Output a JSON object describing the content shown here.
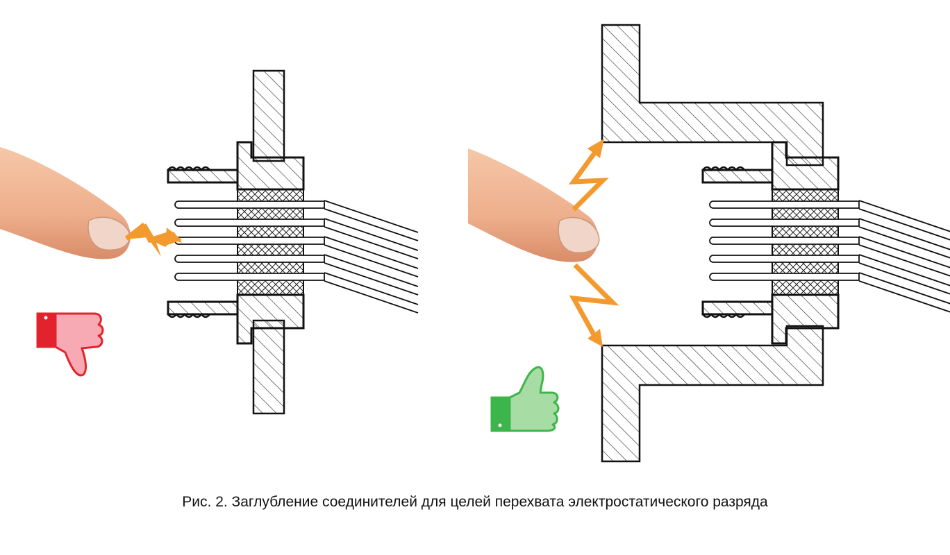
{
  "caption": "Рис. 2. Заглубление соединителей для целей перехвата электростатического разряда",
  "panels": [
    {
      "id": "left",
      "verdict": "bad",
      "icon": "thumbs-down-icon",
      "description_colors": {
        "fill": "#f7a9b4",
        "stroke": "#e2232e"
      }
    },
    {
      "id": "right",
      "verdict": "good",
      "icon": "thumbs-up-icon",
      "description_colors": {
        "fill": "#a8dca5",
        "stroke": "#3cb54a"
      }
    }
  ],
  "colors": {
    "spark": "#f39a2e",
    "skin": "#f0b896",
    "skin_shadow": "#d98c68",
    "line": "#1a1a1a"
  }
}
